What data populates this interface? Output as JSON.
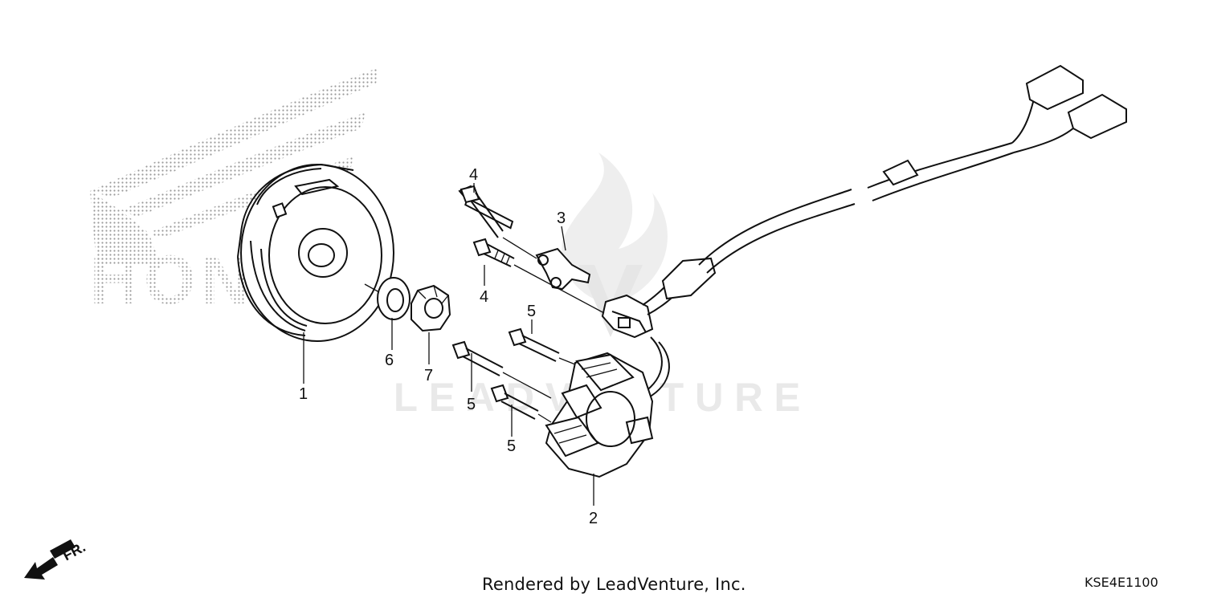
{
  "footer": {
    "rendered_by": "Rendered by LeadVenture, Inc.",
    "diagram_code": "KSE4E1100"
  },
  "watermark": {
    "wordmark": "LEADVENTURE"
  },
  "direction_marker": {
    "label": "FR."
  },
  "callouts": [
    {
      "id": "flywheel",
      "label": "1"
    },
    {
      "id": "stator",
      "label": "2"
    },
    {
      "id": "clamp",
      "label": "3"
    },
    {
      "id": "bolt-upper",
      "label": "4"
    },
    {
      "id": "bolt-lower",
      "label": "4"
    },
    {
      "id": "stator-bolt-a",
      "label": "5"
    },
    {
      "id": "stator-bolt-b",
      "label": "5"
    },
    {
      "id": "stator-bolt-c",
      "label": "5"
    },
    {
      "id": "washer",
      "label": "6"
    },
    {
      "id": "nut",
      "label": "7"
    }
  ],
  "colors": {
    "line": "#111111",
    "watermark": "#e9e9e9",
    "halftone": "#9a9a9a"
  }
}
